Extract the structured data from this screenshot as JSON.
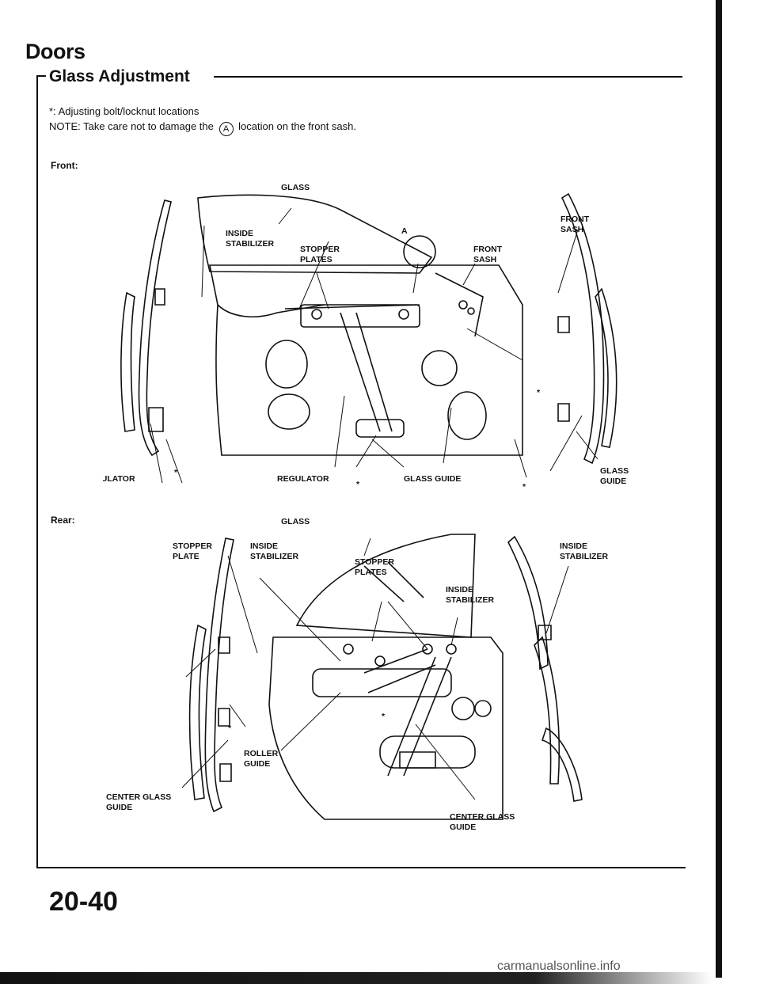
{
  "header": {
    "section_title": "Doors",
    "subtitle": "Glass Adjustment"
  },
  "notes": {
    "line1": "*: Adjusting bolt/locknut locations",
    "line2_before": "NOTE: Take care not to damage the",
    "line2_symbol": "A",
    "line2_after": "location on the front sash."
  },
  "front": {
    "heading": "Front:",
    "labels": {
      "glass": "GLASS",
      "inside_stabilizer": [
        "INSIDE",
        "STABILIZER"
      ],
      "stopper_plates": [
        "STOPPER",
        "PLATES"
      ],
      "circle_a": "A",
      "front_sash_inner": [
        "FRONT",
        "SASH"
      ],
      "front_sash_outer": [
        "FRONT",
        "SASH"
      ],
      "regulator_left": "REGULATOR",
      "regulator_center": "REGULATOR",
      "glass_guide": "GLASS GUIDE",
      "glass_guide_right": [
        "GLASS",
        "GUIDE"
      ],
      "asterisk": "*"
    }
  },
  "rear": {
    "heading": "Rear:",
    "labels": {
      "glass": "GLASS",
      "stopper_plate": [
        "STOPPER",
        "PLATE"
      ],
      "inside_stabilizer_left": [
        "INSIDE",
        "STABILIZER"
      ],
      "stopper_plates": [
        "STOPPER",
        "PLATES"
      ],
      "inside_stabilizer_center": [
        "INSIDE",
        "STABILIZER"
      ],
      "inside_stabilizer_right": [
        "INSIDE",
        "STABILIZER"
      ],
      "roller_guide": [
        "ROLLER",
        "GUIDE"
      ],
      "center_glass_guide_left": [
        "CENTER GLASS",
        "GUIDE"
      ],
      "center_glass_guide_right": [
        "CENTER GLASS",
        "GUIDE"
      ],
      "asterisk": "*"
    }
  },
  "footer": {
    "page_number": "20-40",
    "watermark": "carmanualsonline.info"
  }
}
